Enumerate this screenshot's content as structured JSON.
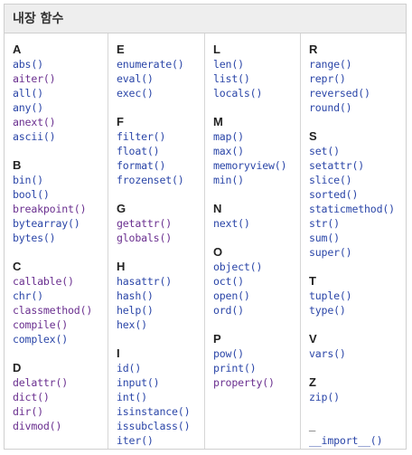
{
  "title": "내장 함수",
  "columns": [
    [
      {
        "letter": "A",
        "items": [
          "abs()",
          "aiter()",
          "all()",
          "any()",
          "anext()",
          "ascii()"
        ]
      },
      {
        "letter": "B",
        "items": [
          "bin()",
          "bool()",
          "breakpoint()",
          "bytearray()",
          "bytes()"
        ]
      },
      {
        "letter": "C",
        "items": [
          "callable()",
          "chr()",
          "classmethod()",
          "compile()",
          "complex()"
        ]
      },
      {
        "letter": "D",
        "items": [
          "delattr()",
          "dict()",
          "dir()",
          "divmod()"
        ]
      }
    ],
    [
      {
        "letter": "E",
        "items": [
          "enumerate()",
          "eval()",
          "exec()"
        ]
      },
      {
        "letter": "F",
        "items": [
          "filter()",
          "float()",
          "format()",
          "frozenset()"
        ]
      },
      {
        "letter": "G",
        "items": [
          "getattr()",
          "globals()"
        ]
      },
      {
        "letter": "H",
        "items": [
          "hasattr()",
          "hash()",
          "help()",
          "hex()"
        ]
      },
      {
        "letter": "I",
        "items": [
          "id()",
          "input()",
          "int()",
          "isinstance()",
          "issubclass()",
          "iter()"
        ]
      }
    ],
    [
      {
        "letter": "L",
        "items": [
          "len()",
          "list()",
          "locals()"
        ]
      },
      {
        "letter": "M",
        "items": [
          "map()",
          "max()",
          "memoryview()",
          "min()"
        ]
      },
      {
        "letter": "N",
        "items": [
          "next()"
        ]
      },
      {
        "letter": "O",
        "items": [
          "object()",
          "oct()",
          "open()",
          "ord()"
        ]
      },
      {
        "letter": "P",
        "items": [
          "pow()",
          "print()",
          "property()"
        ]
      }
    ],
    [
      {
        "letter": "R",
        "items": [
          "range()",
          "repr()",
          "reversed()",
          "round()"
        ]
      },
      {
        "letter": "S",
        "items": [
          "set()",
          "setattr()",
          "slice()",
          "sorted()",
          "staticmethod()",
          "str()",
          "sum()",
          "super()"
        ]
      },
      {
        "letter": "T",
        "items": [
          "tuple()",
          "type()"
        ]
      },
      {
        "letter": "V",
        "items": [
          "vars()"
        ]
      },
      {
        "letter": "Z",
        "items": [
          "zip()"
        ]
      },
      {
        "letter": "_",
        "items": [
          "__import__()"
        ]
      }
    ]
  ],
  "colors": {
    "link": "#2b46a8",
    "visited": "#6a2f8f",
    "header_bg": "#eeeeee",
    "border": "#cfcfcf"
  }
}
